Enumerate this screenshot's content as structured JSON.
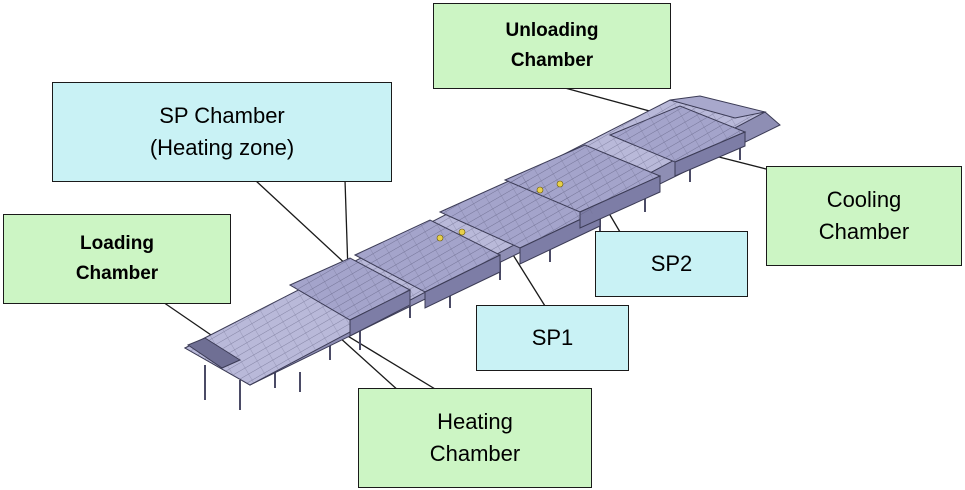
{
  "callouts": {
    "unloading": {
      "line1": "Unloading",
      "line2": "Chamber"
    },
    "sp_chamber": {
      "line1": "SP Chamber",
      "line2": "(Heating zone)"
    },
    "loading": {
      "line1": "Loading",
      "line2": "Chamber"
    },
    "cooling": {
      "line1": "Cooling",
      "line2": "Chamber"
    },
    "sp2": {
      "line1": "SP2"
    },
    "sp1": {
      "line1": "SP1"
    },
    "heating": {
      "line1": "Heating",
      "line2": "Chamber"
    }
  },
  "colors": {
    "callout_green": "#ccf5c4",
    "callout_blue": "#c9f2f5",
    "machine_top": "#b9b9d9",
    "machine_side": "#8e8eb4",
    "machine_dark": "#4b4b66",
    "highlight_yellow": "#e8d04a"
  }
}
